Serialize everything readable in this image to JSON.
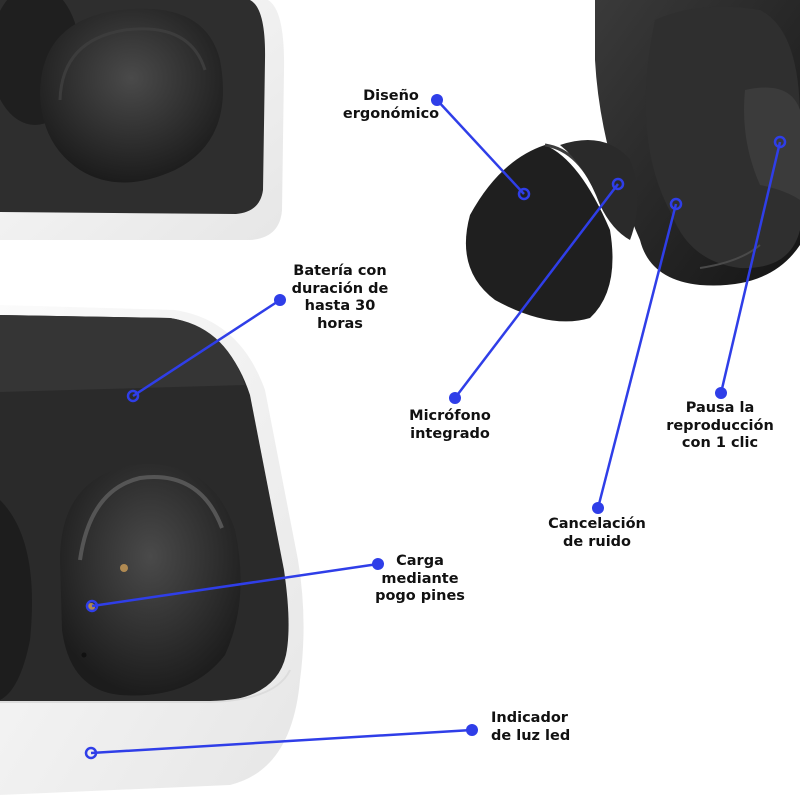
{
  "colors": {
    "accent": "#2f3ee8",
    "case_shell": "#f4f4f4",
    "case_interior": "#2b2b2b",
    "earbud": "#262626",
    "background": "#ffffff"
  },
  "labels": {
    "diseno": [
      "Diseño",
      "ergonómico"
    ],
    "bateria": [
      "Batería con",
      "duración de",
      "hasta 30",
      "horas"
    ],
    "microfono": [
      "Micrófono",
      "integrado"
    ],
    "pausa": [
      "Pausa la",
      "reproducción",
      "con 1 clic"
    ],
    "cancelacion": [
      "Cancelación",
      "de ruido"
    ],
    "carga": [
      "Carga",
      "mediante",
      "pogo pines"
    ],
    "indicador": [
      "Indicador",
      "de luz led"
    ]
  }
}
